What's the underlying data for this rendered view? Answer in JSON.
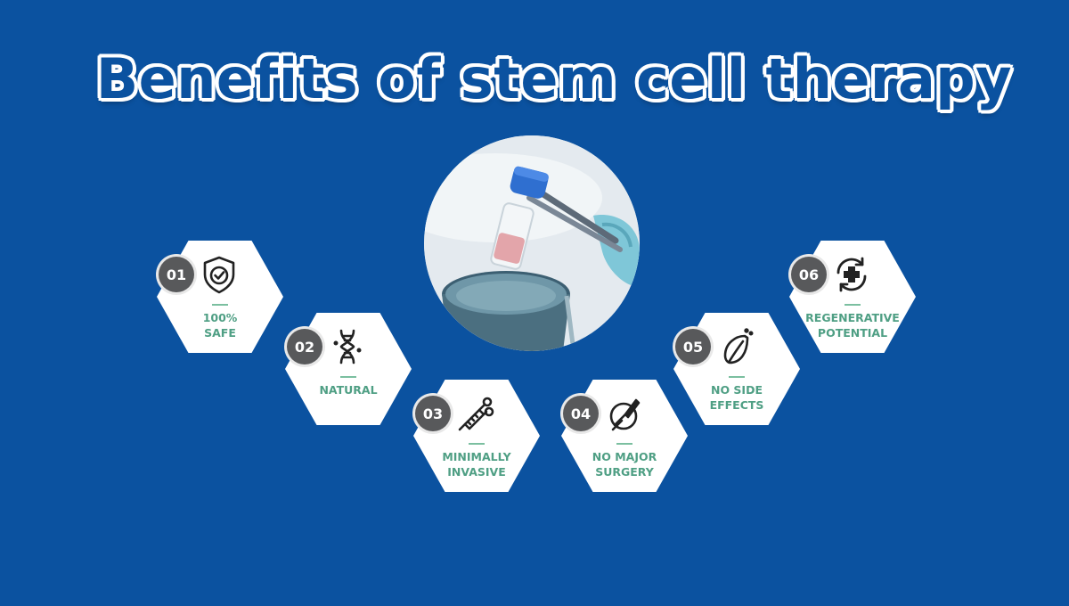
{
  "title": "Benefits of stem cell therapy",
  "benefits": [
    {
      "number": "01",
      "label": "100%\nSAFE",
      "icon": "shield-check-icon"
    },
    {
      "number": "02",
      "label": "NATURAL",
      "icon": "dna-icon"
    },
    {
      "number": "03",
      "label": "MINIMALLY\nINVASIVE",
      "icon": "syringe-icon"
    },
    {
      "number": "04",
      "label": "NO MAJOR\nSURGERY",
      "icon": "no-scalpel-icon"
    },
    {
      "number": "05",
      "label": "NO SIDE\nEFFECTS",
      "icon": "leaf-icon"
    },
    {
      "number": "06",
      "label": "REGENERATIVE\nPOTENTIAL",
      "icon": "regenerate-plus-icon"
    }
  ],
  "photo": {
    "subject": "vial-in-tweezers-cryo-photo"
  },
  "colors": {
    "background": "#0b52a0",
    "label": "#4f9f84",
    "badge": "#58595b",
    "hex": "#ffffff"
  }
}
